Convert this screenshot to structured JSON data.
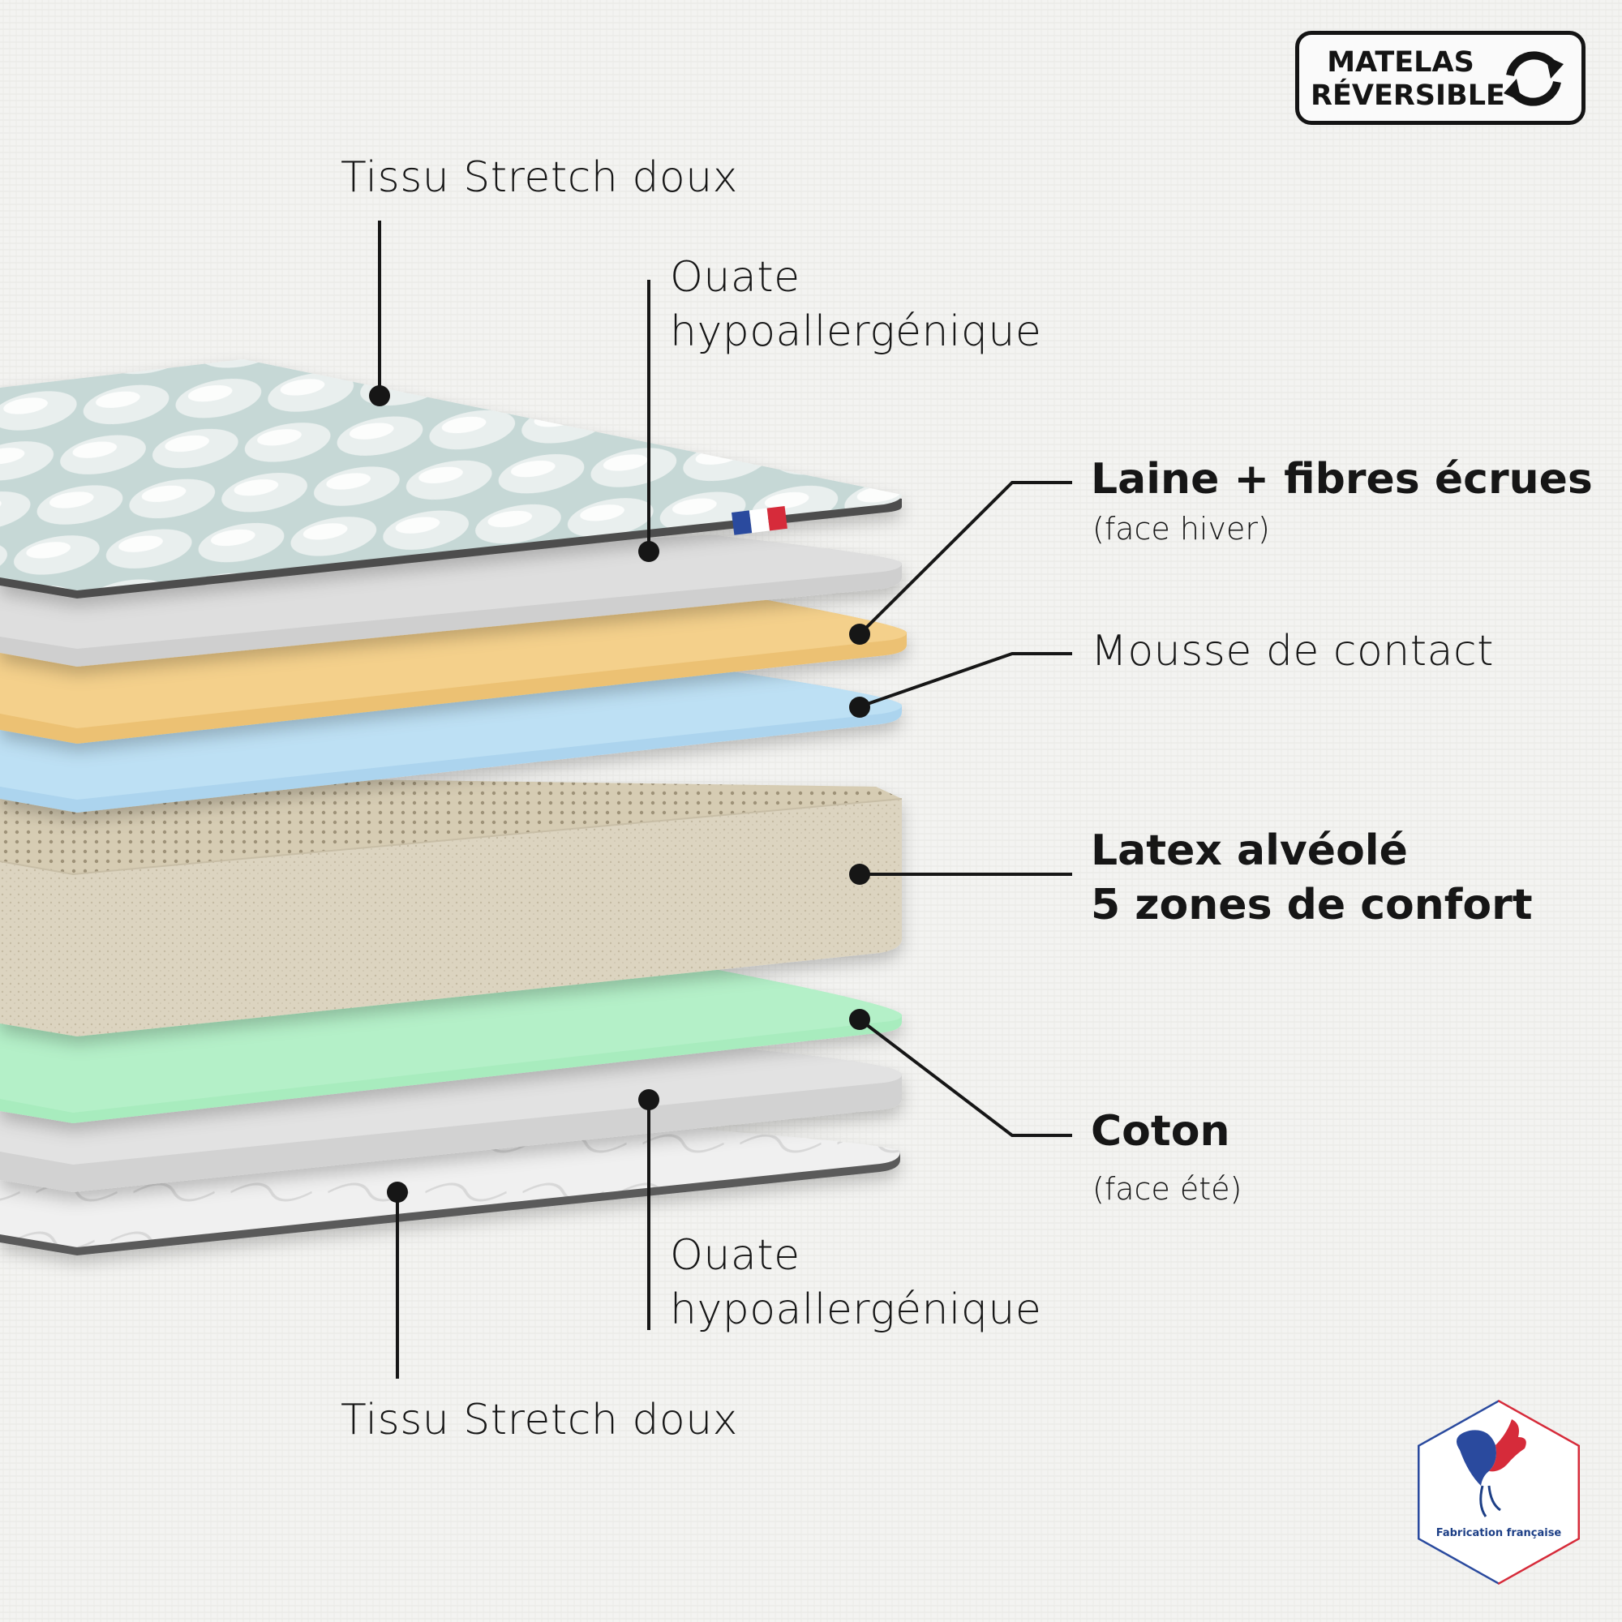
{
  "badge": {
    "line1": "MATELAS",
    "line2": "RÉVERSIBLE",
    "icon": "reverse-arrows-icon"
  },
  "layers": {
    "top_fabric": {
      "label": "Tissu Stretch doux"
    },
    "top_wadding": {
      "line1": "Ouate",
      "line2": "hypoallergénique"
    },
    "wool": {
      "title": "Laine + fibres écrues",
      "note": "(face hiver)",
      "color": "#f1c97a"
    },
    "contact_foam": {
      "label": "Mousse de contact",
      "color": "#b8dcf0"
    },
    "latex": {
      "line1": "Latex alvéolé",
      "line2": "5 zones de confort",
      "color": "#d8d0bc"
    },
    "cotton": {
      "title": "Coton",
      "note": "(face été)",
      "color": "#a8ecbe"
    },
    "bottom_wadding": {
      "line1": "Ouate",
      "line2": "hypoallergénique"
    },
    "bottom_fabric": {
      "label": "Tissu Stretch doux"
    }
  },
  "seal": {
    "caption": "Fabrication française",
    "icon": "rooster-icon"
  },
  "colors": {
    "ink": "#161616",
    "grey_layer": "#d6d6d6",
    "quilt": "#cfdedd"
  }
}
